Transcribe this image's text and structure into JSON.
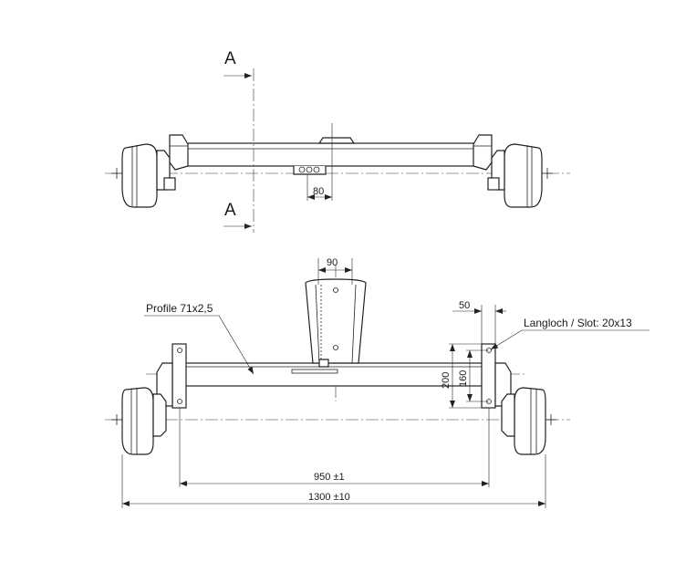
{
  "section": {
    "marker": "A"
  },
  "dimensions": {
    "top_offset": "80",
    "bracket_width": "90",
    "flange_width": "50",
    "height_outer": "200",
    "height_inner": "160",
    "mount_span": "950 ±1",
    "overall_length": "1300 ±10"
  },
  "callouts": {
    "profile": "Profile 71x2,5",
    "slot": "Langloch / Slot: 20x13"
  },
  "colors": {
    "line": "#222222",
    "background": "#ffffff"
  }
}
